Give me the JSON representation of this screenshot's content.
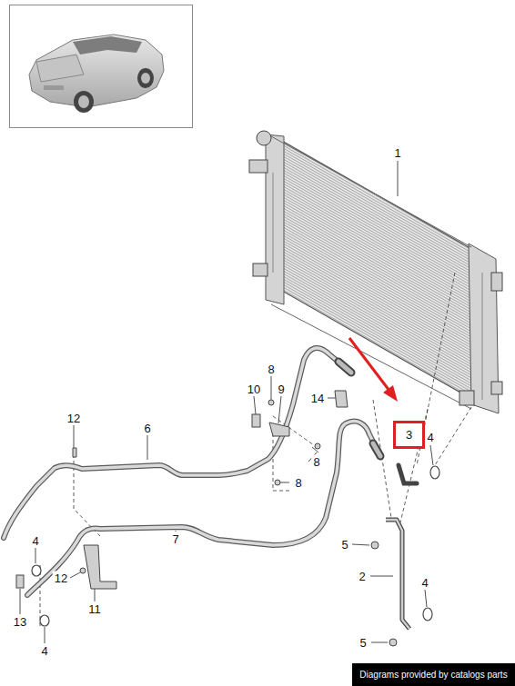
{
  "diagram": {
    "nodes": [
      {
        "text": [
          "3"
        ]
      },
      {
        "text": [
          "Diagrams provided by catalogs parts"
        ]
      }
    ],
    "labels": [
      "1",
      "8",
      "10",
      "9",
      "14",
      "4",
      "12",
      "6",
      "8",
      "8",
      "4",
      "7",
      "12",
      "5",
      "2",
      "4",
      "11",
      "13",
      "4",
      "5"
    ]
  }
}
